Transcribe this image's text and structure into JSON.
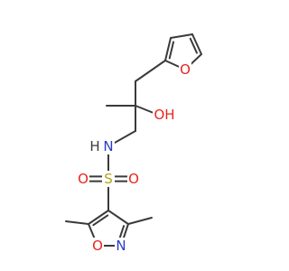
{
  "colors": {
    "bond": "#3a3a3a",
    "O": "#e8251c",
    "N": "#2a3cc8",
    "S": "#b5a214",
    "H": "#3a3a3a"
  },
  "atoms": {
    "o_furan": "O",
    "oh": "OH",
    "nh_n": "N",
    "nh_h": "H",
    "s": "S",
    "o_sulfonyl_left": "O",
    "o_sulfonyl_right": "O",
    "o_isoxazole": "O",
    "n_isoxazole": "N"
  }
}
